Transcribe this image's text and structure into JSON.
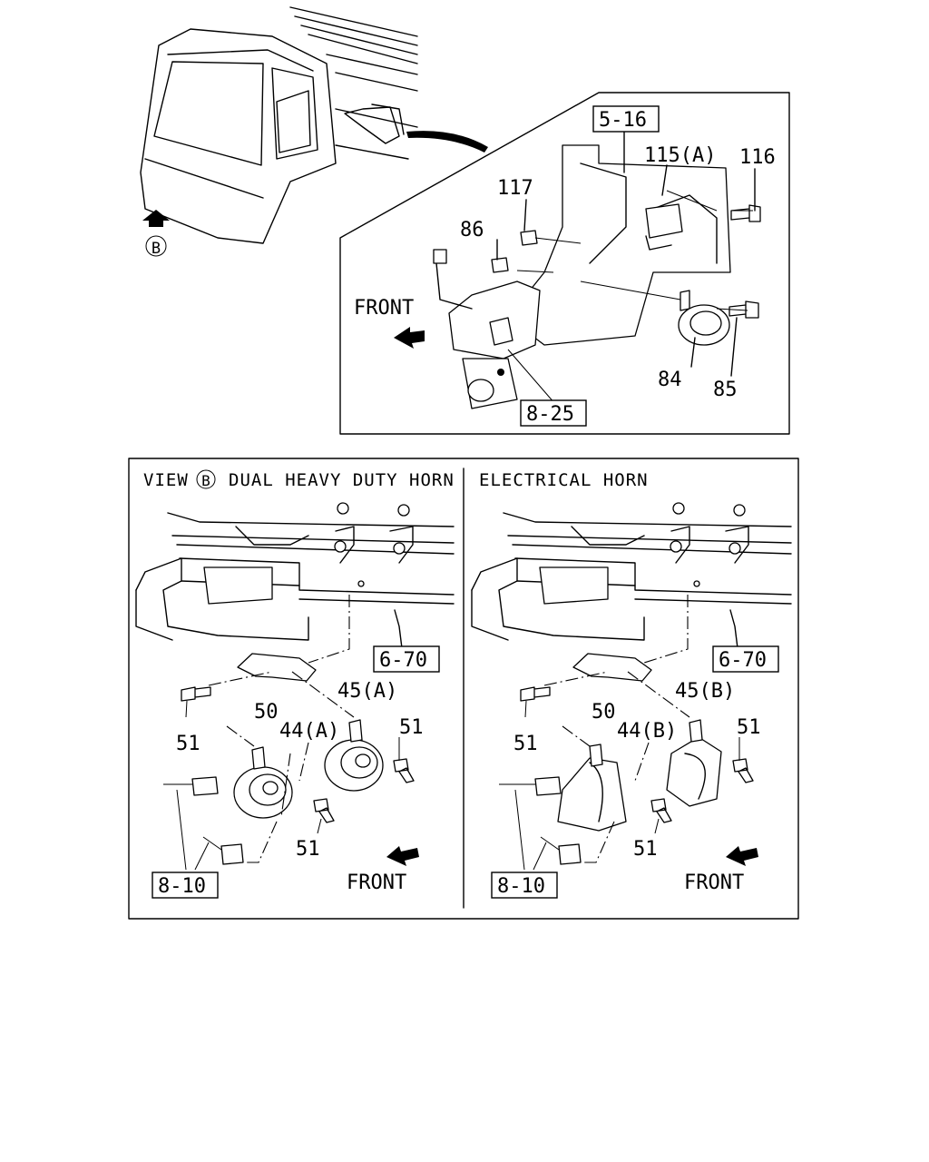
{
  "top_view": {
    "view_marker": "B",
    "front_label": "FRONT",
    "refs": [
      "5-16",
      "8-25"
    ],
    "parts": [
      "115(A)",
      "116",
      "117",
      "86",
      "84",
      "85"
    ]
  },
  "bottom_left": {
    "header_view": "VIEW",
    "header_marker": "B",
    "header_title": "DUAL HEAVY DUTY HORN",
    "front_label": "FRONT",
    "refs": [
      "6-70",
      "8-10"
    ],
    "parts": [
      "50",
      "45(A)",
      "51",
      "44(A)",
      "51",
      "51"
    ]
  },
  "bottom_right": {
    "header_title": "ELECTRICAL HORN",
    "front_label": "FRONT",
    "refs": [
      "6-70",
      "8-10"
    ],
    "parts": [
      "50",
      "45(B)",
      "51",
      "44(B)",
      "51",
      "51"
    ]
  }
}
